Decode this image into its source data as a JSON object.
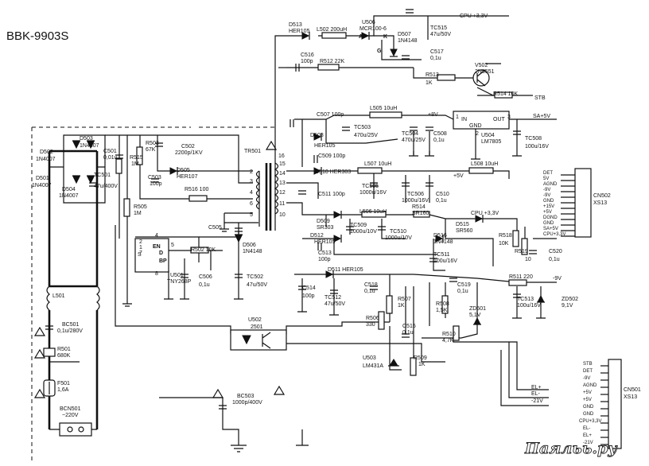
{
  "title": "BBK-9903S",
  "watermark": "Паяльь.ру",
  "labels": {
    "d513": "D513",
    "d513v": "HER105",
    "l502": "L502 200uH",
    "u506": "U506",
    "u506v": "MCR100-6",
    "pinA": "A",
    "pinK": "K",
    "pinG": "G",
    "cpu33": "CPU +3,3V",
    "tc515": "TC515",
    "tc515v": "47u/50V",
    "d507": "D507",
    "d507v": "1N4148",
    "c516": "C516",
    "c516v": "100p",
    "r512": "R512 22K",
    "c517": "C517",
    "c517v": "0,1u",
    "v502": "V502",
    "v502v": "2N5551",
    "r513": "R513",
    "r513v": "1K",
    "r514": "R514 10K",
    "stb": "STB",
    "d503": "D503",
    "d503v": "1N4007",
    "d502": "D502",
    "d502v": "1N4007",
    "d501": "D501",
    "d501v": "1N4007",
    "d504": "D504",
    "d504v": "1N4007",
    "c501": "C501",
    "c501v": "0,01u",
    "r503": "R503",
    "r503v": "67K",
    "c502": "C502",
    "c502v": "2200p/1KV",
    "r515": "R515",
    "r515v": "1M",
    "tc501": "TC501",
    "tc501v": "47u/400V",
    "c503": "C503",
    "c503v": "100p",
    "d505": "D505",
    "d505v": "HER107",
    "r516": "R516 100",
    "r505": "R505",
    "r505v": "1M",
    "tr501": "TR501",
    "w16": "16",
    "w15": "15",
    "w14": "14",
    "w13": "13",
    "w12": "12",
    "w11": "11",
    "w10": "10",
    "w2": "2",
    "w3": "3",
    "w4": "4",
    "w6": "6",
    "w5": "5",
    "c507": "C507 100p",
    "l505": "L505 10uH",
    "p8v": "+8V",
    "u504": "U504",
    "u504v": "LM7805",
    "in": "IN",
    "out": "OUT",
    "gnd": "GND",
    "p1": "1",
    "p2": "2",
    "p3": "3",
    "sa5": "SA+5V",
    "d508": "D508",
    "d508v": "HER105",
    "tc503": "TC503",
    "tc503v": "470u/25V",
    "tc504": "TC504",
    "tc504v": "470u/25V",
    "c508": "C508",
    "c508v": "0,1u",
    "tc508": "TC508",
    "tc508v": "100u/16V",
    "c509": "C509 100p",
    "d510": "D510 HER303",
    "l507": "L507 10uH",
    "p5v": "+5V",
    "l508": "L508 10uH",
    "c511": "C511 100p",
    "tc505": "TC505",
    "tc505v": "1000u/16V",
    "tc506": "TC506",
    "tc506v": "1000u/16V",
    "c510": "C510",
    "c510v": "0,1u",
    "l506": "L506 10uH",
    "r514b": "R514",
    "sr160": "SR160",
    "cpu33b": "CPU +3,3V",
    "d509": "D509",
    "d509v": "SR303",
    "tc509": "TC509",
    "tc509v": "1000u/10V",
    "tc510": "TC510",
    "tc510v": "1000u/10V",
    "d515": "D515",
    "d515v": "SR560",
    "d512": "D512",
    "d512v": "HER105",
    "d516": "D516",
    "d516v": "1N4148",
    "r518": "R518",
    "r518v": "10K",
    "r519": "R519",
    "r519v": "10",
    "c520": "C520",
    "c520v": "0,1u",
    "c513": "C513",
    "c513v": "100p",
    "tc511": "TC511",
    "tc511v": "100u/16V",
    "c505": "C505",
    "d506": "D506",
    "d506v": "1N4148",
    "r502": "R502 10K",
    "en": "EN",
    "d": "D",
    "bp": "BP",
    "s": "S",
    "pin4": "4",
    "pin5": "5",
    "pin8": "8",
    "pin2": "2",
    "pin1": "1",
    "pin7": "7",
    "u501": "U501",
    "u501v": "TNY268P",
    "c506": "C506",
    "c506v": "0,1u",
    "tc502": "TC502",
    "tc502v": "47u/50V",
    "d511": "D511 HER105",
    "c514": "C514",
    "c514v": "100p",
    "tc512": "TC512",
    "tc512v": "47u/50V",
    "c518": "C518",
    "c518v": "0,1u",
    "c519": "C519",
    "c519v": "0,1u",
    "r511": "R511 220",
    "m9v": "-9V",
    "r507": "R507",
    "r507v": "1K",
    "r506": "R506",
    "r506v": "330",
    "r508": "R508",
    "r508v": "1,5K",
    "zd501": "ZD501",
    "zd501v": "5,1V",
    "tc513": "TC513",
    "tc513v": "100u/16V",
    "zd502": "ZD502",
    "zd502v": "9,1V",
    "l501": "L501",
    "bc501": "BC501",
    "bc501v": "0,1u/280V",
    "r501": "R501",
    "r501v": "680K",
    "f501": "F501",
    "f501v": "1,6A",
    "bcn501": "BCN501",
    "bcn501v": "~220V",
    "u502": "U502",
    "u502v": "2501",
    "c515": "C515",
    "c515v": "0,1u",
    "r510": "R510",
    "r510v": "4,7K",
    "u503": "U503",
    "u503v": "LM431A",
    "r509": "R509",
    "r509v": "1K",
    "bc503": "BC503",
    "bc503v": "1000p/400V",
    "el": "EL+",
    "elm": "EL-",
    "m21": "-21V"
  },
  "cn502": {
    "name": "CN502",
    "sub": "XS13",
    "pins": [
      "DET",
      "5V",
      "AGND",
      "-9V",
      "-9V",
      "GND",
      "+15V",
      "+5V",
      "DGND",
      "GND",
      "SA+5V",
      "CPU+3,3V"
    ]
  },
  "cn501": {
    "name": "CN501",
    "sub": "XS13",
    "pins": [
      "STB",
      "DET",
      "-9V",
      "AGND",
      "+5V",
      "+5V",
      "GND",
      "GND",
      "CPU+3,3V",
      "EL-",
      "EL+",
      "-21V"
    ]
  }
}
